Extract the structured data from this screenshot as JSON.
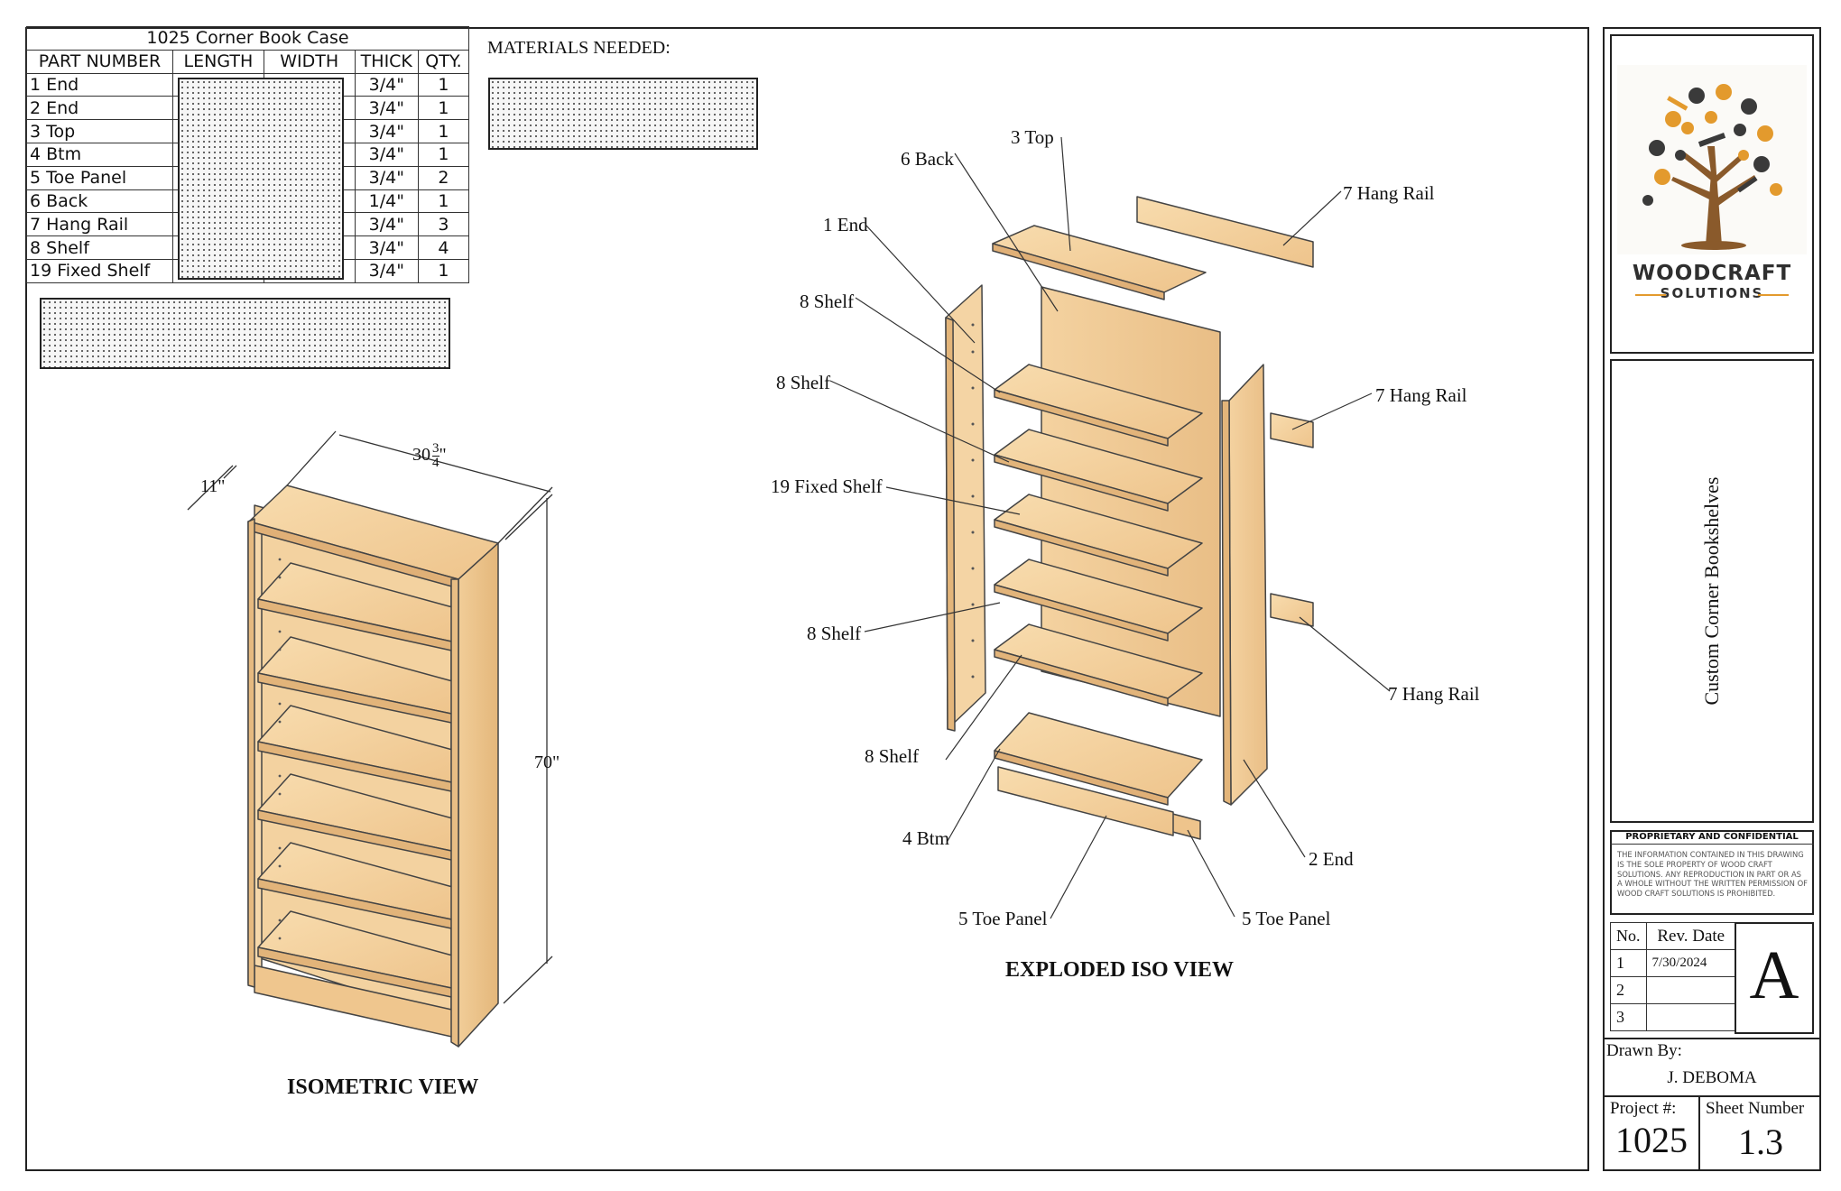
{
  "cut_list": {
    "title": "1025 Corner Book Case",
    "headers": [
      "PART NUMBER",
      "LENGTH",
      "WIDTH",
      "THICK",
      "QTY."
    ],
    "rows": [
      {
        "part": "1 End",
        "thick": "3/4\"",
        "qty": "1"
      },
      {
        "part": "2 End",
        "thick": "3/4\"",
        "qty": "1"
      },
      {
        "part": "3 Top",
        "thick": "3/4\"",
        "qty": "1"
      },
      {
        "part": "4 Btm",
        "thick": "3/4\"",
        "qty": "1"
      },
      {
        "part": "5 Toe Panel",
        "thick": "3/4\"",
        "qty": "2"
      },
      {
        "part": "6 Back",
        "thick": "1/4\"",
        "qty": "1"
      },
      {
        "part": "7 Hang Rail",
        "thick": "3/4\"",
        "qty": "3"
      },
      {
        "part": "8 Shelf",
        "thick": "3/4\"",
        "qty": "4"
      },
      {
        "part": "19 Fixed Shelf",
        "thick": "3/4\"",
        "qty": "1"
      }
    ]
  },
  "materials": {
    "heading": "MATERIALS NEEDED:"
  },
  "isometric": {
    "title": "ISOMETRIC VIEW",
    "dim_depth": "11\"",
    "dim_width_whole": "30",
    "dim_width_num": "3",
    "dim_width_den": "4",
    "dim_width_unit": "\"",
    "dim_height": "70\""
  },
  "exploded": {
    "title": "EXPLODED ISO VIEW",
    "labels": {
      "top": "3 Top",
      "back": "6 Back",
      "end1": "1 End",
      "hang_rail_a": "7 Hang Rail",
      "shelf_a": "8 Shelf",
      "shelf_b": "8 Shelf",
      "hang_rail_b": "7 Hang Rail",
      "fixed_shelf": "19 Fixed Shelf",
      "shelf_c": "8 Shelf",
      "hang_rail_c": "7 Hang Rail",
      "shelf_d": "8 Shelf",
      "btm": "4 Btm",
      "end2": "2 End",
      "toe_a": "5 Toe Panel",
      "toe_b": "5 Toe Panel"
    }
  },
  "title_block": {
    "logo_line1": "WOODCRAFT",
    "logo_line2": "SOLUTIONS",
    "drawing_title": "Custom Corner Bookshelves",
    "prop_heading": "PROPRIETARY AND CONFIDENTIAL",
    "prop_text": "THE INFORMATION CONTAINED IN THIS DRAWING IS THE SOLE PROPERTY OF WOOD CRAFT SOLUTIONS. ANY REPRODUCTION IN PART OR AS A WHOLE WITHOUT THE WRITTEN PERMISSION OF WOOD CRAFT SOLUTIONS IS PROHIBITED.",
    "rev_no_label": "No.",
    "rev_date_label": "Rev. Date",
    "revisions": [
      {
        "no": "1",
        "date": "7/30/2024"
      },
      {
        "no": "2",
        "date": ""
      },
      {
        "no": "3",
        "date": ""
      }
    ],
    "size_letter": "A",
    "drawn_by_label": "Drawn By:",
    "drawn_by": "J. DEBOMA",
    "project_label": "Project #:",
    "project": "1025",
    "sheet_label": "Sheet Number",
    "sheet": "1.3"
  },
  "colors": {
    "wood_light": "#f6d8aa",
    "wood_mid": "#efc68e",
    "wood_dark": "#deae72",
    "logo_brown": "#8a5a2b",
    "logo_orange": "#e39a2d",
    "logo_text": "#2f2f2f"
  }
}
